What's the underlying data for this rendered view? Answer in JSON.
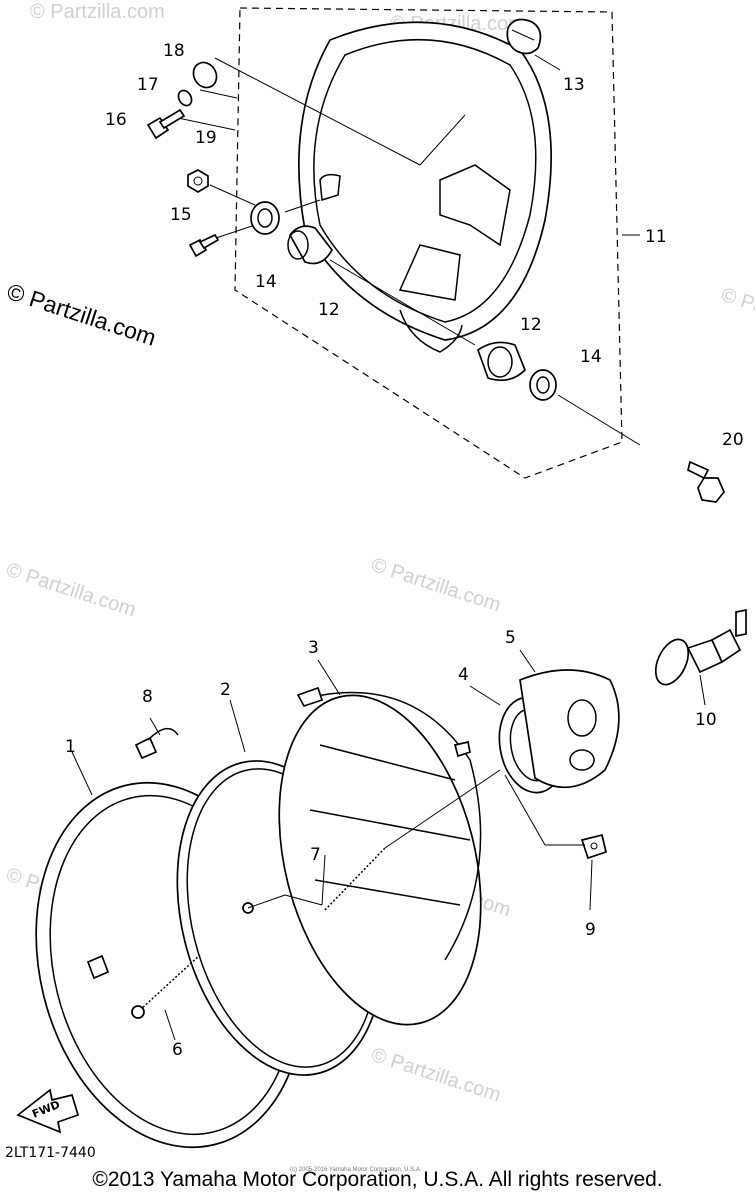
{
  "labels": {
    "p1": "1",
    "p2": "2",
    "p3": "3",
    "p4": "4",
    "p5": "5",
    "p6": "6",
    "p7": "7",
    "p8": "8",
    "p9": "9",
    "p10": "10",
    "p11": "11",
    "p12a": "12",
    "p12b": "12",
    "p13": "13",
    "p14a": "14",
    "p14b": "14",
    "p15": "15",
    "p16": "16",
    "p17": "17",
    "p18": "18",
    "p19": "19",
    "p20": "20"
  },
  "fwd_arrow_text": "FWD",
  "doc_code": "2LT171-7440",
  "watermark": "© Partzilla.com",
  "tiny_credit": "(c) 2005-2016 Yamaha Motor Corporation, U.S.A.",
  "copyright": "©2013 Yamaha Motor Corporation, U.S.A. All rights reserved."
}
